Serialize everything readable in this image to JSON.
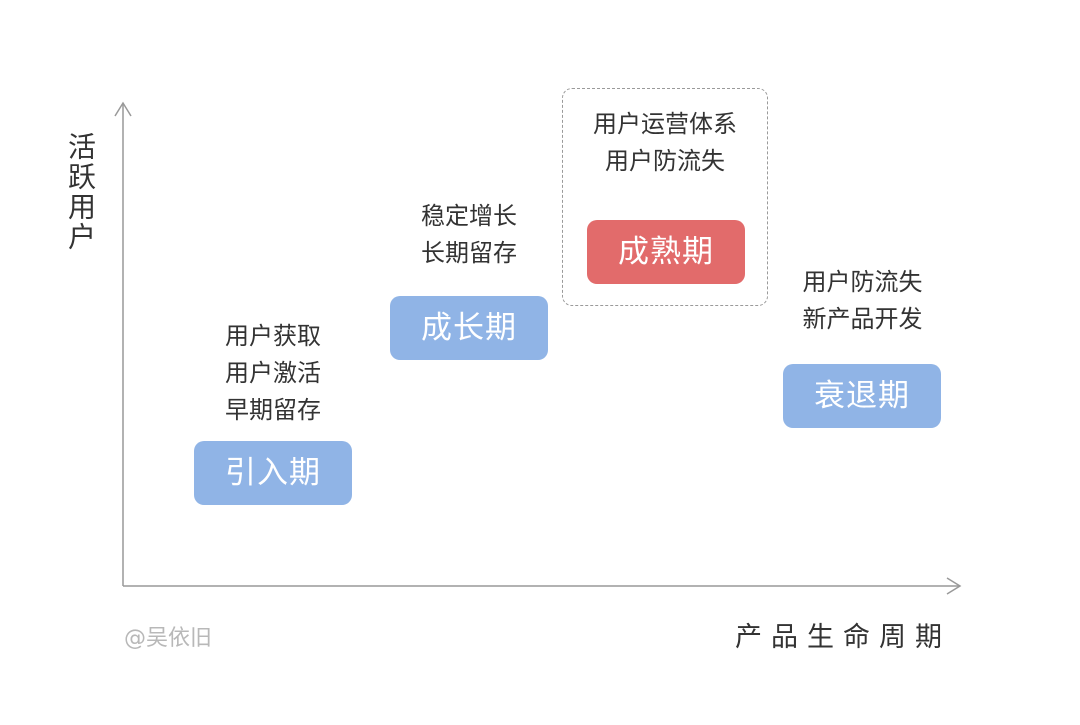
{
  "axes": {
    "y_label": "活跃用户",
    "x_label": "产品生命周期",
    "color": "#999999"
  },
  "watermark": "@吴依旧",
  "colors": {
    "stage_blue": "#90b4e6",
    "stage_red": "#e26b6b",
    "text": "#333333"
  },
  "stages": [
    {
      "label": "引入期",
      "color": "blue",
      "notes": [
        "用户获取",
        "用户激活",
        "早期留存"
      ]
    },
    {
      "label": "成长期",
      "color": "blue",
      "notes": [
        "稳定增长",
        "长期留存"
      ]
    },
    {
      "label": "成熟期",
      "color": "red",
      "highlighted": true,
      "notes": [
        "用户运营体系",
        "用户防流失"
      ]
    },
    {
      "label": "衰退期",
      "color": "blue",
      "notes": [
        "用户防流失",
        "新产品开发"
      ]
    }
  ]
}
